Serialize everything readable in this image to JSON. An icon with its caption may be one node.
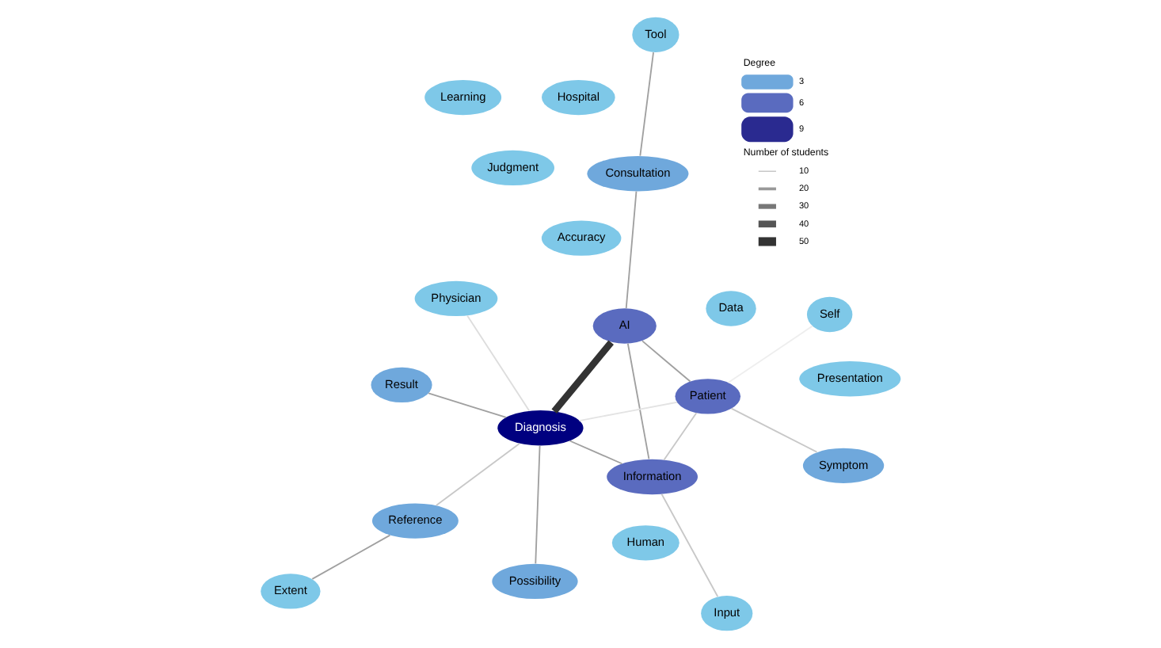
{
  "diagram": {
    "nodes": [
      {
        "text": [
          "Extent"
        ]
      },
      {
        "text": [
          "Tool"
        ]
      },
      {
        "text": [
          "Data"
        ]
      },
      {
        "text": [
          "Reference"
        ]
      },
      {
        "text": [
          "Hospital"
        ]
      },
      {
        "text": [
          "Learning"
        ]
      },
      {
        "text": [
          "Consultation"
        ]
      },
      {
        "text": [
          "Physician"
        ]
      },
      {
        "text": [
          "Human"
        ]
      },
      {
        "text": [
          "AI"
        ]
      },
      {
        "text": [
          "Diagnosis"
        ]
      },
      {
        "text": [
          "Accuracy"
        ]
      },
      {
        "text": [
          "Judgment"
        ]
      },
      {
        "text": [
          "Information"
        ]
      },
      {
        "text": [
          "Possibility"
        ]
      },
      {
        "text": [
          "Patient"
        ]
      },
      {
        "text": [
          "Input"
        ]
      },
      {
        "text": [
          "Result"
        ]
      },
      {
        "text": [
          "Symptom"
        ]
      },
      {
        "text": [
          "Presentation"
        ]
      },
      {
        "text": [
          "Self"
        ]
      }
    ],
    "edges": [
      {
        "from": 0,
        "to": 3,
        "arrow": "none"
      },
      {
        "from": 3,
        "to": 10,
        "arrow": "none",
        "color": "#c8c8c8"
      },
      {
        "from": 1,
        "to": 6,
        "arrow": "none"
      },
      {
        "from": 6,
        "to": 9,
        "arrow": "none"
      },
      {
        "from": 9,
        "to": 10,
        "arrow": "none",
        "style": "thick",
        "color": "#333333"
      },
      {
        "from": 7,
        "to": 10,
        "arrow": "none",
        "color": "#dddddd"
      },
      {
        "from": 10,
        "to": 13,
        "arrow": "none"
      },
      {
        "from": 10,
        "to": 14,
        "arrow": "none"
      },
      {
        "from": 10,
        "to": 17,
        "arrow": "none"
      },
      {
        "from": 10,
        "to": 15,
        "arrow": "none",
        "color": "#e3e3e3"
      },
      {
        "from": 9,
        "to": 13,
        "arrow": "none"
      },
      {
        "from": 9,
        "to": 15,
        "arrow": "none"
      },
      {
        "from": 13,
        "to": 15,
        "arrow": "none",
        "color": "#c8c8c8"
      },
      {
        "from": 13,
        "to": 16,
        "arrow": "none",
        "color": "#c8c8c8"
      },
      {
        "from": 15,
        "to": 18,
        "arrow": "none",
        "color": "#c8c8c8"
      },
      {
        "from": 15,
        "to": 20,
        "arrow": "none",
        "color": "#eeeeee"
      }
    ],
    "labels": [
      "Degree",
      "Number of students"
    ],
    "legend": [
      {
        "text": "3"
      },
      {
        "text": "6"
      },
      {
        "text": "9"
      },
      {
        "text": "10"
      },
      {
        "text": "20"
      },
      {
        "text": "30"
      },
      {
        "text": "40"
      },
      {
        "text": "50"
      }
    ]
  }
}
